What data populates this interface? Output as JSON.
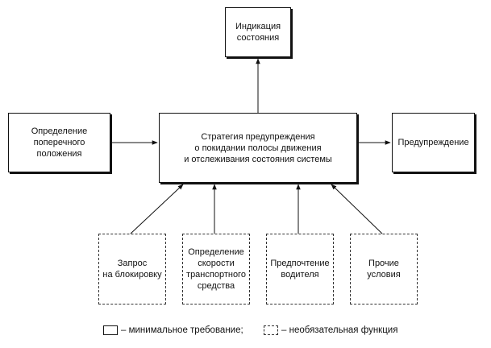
{
  "boxes": {
    "indication": "Индикация\nсостояния",
    "lateral_position": "Определение\nпоперечного\nположения",
    "strategy": "Стратегия предупреждения\nо покидании полосы движения\nи отслеживания состояния системы",
    "warning": "Предупреждение",
    "block_request": "Запрос\nна блокировку",
    "vehicle_speed": "Определение\nскорости\nтранспортного\nсредства",
    "driver_preference": "Предпочтение\nводителя",
    "other_conditions": "Прочие\nусловия"
  },
  "legend": {
    "mandatory": "– минимальное требование;",
    "optional": "– необязательная функция"
  }
}
